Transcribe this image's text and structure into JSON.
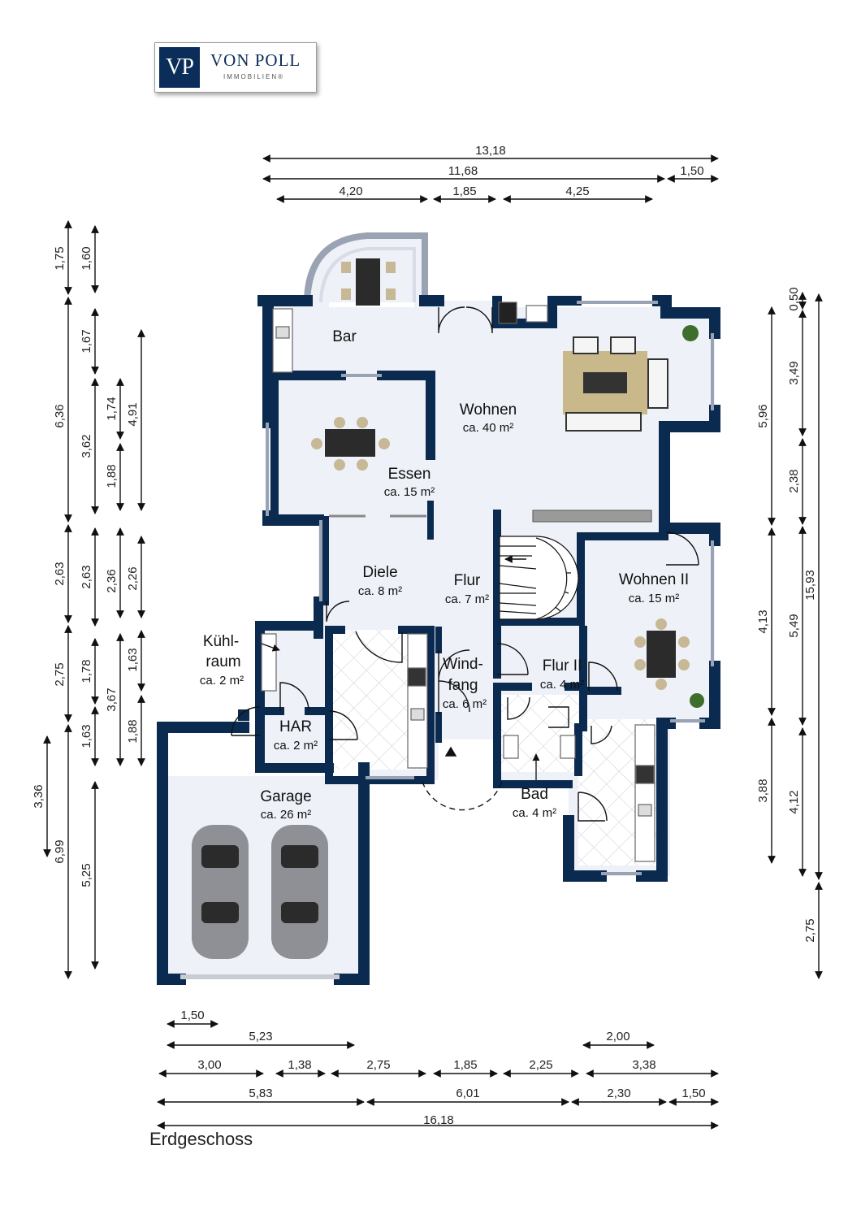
{
  "logo": {
    "monogram": "VP",
    "name": "VON POLL",
    "sub": "IMMOBILIEN®"
  },
  "floor_title": "Erdgeschoss",
  "rooms": {
    "bar": {
      "name": "Bar"
    },
    "wohnen": {
      "name": "Wohnen",
      "area": "ca. 40 m²"
    },
    "essen": {
      "name": "Essen",
      "area": "ca. 15 m²"
    },
    "diele": {
      "name": "Diele",
      "area": "ca. 8 m²"
    },
    "flur": {
      "name": "Flur",
      "area": "ca. 7 m²"
    },
    "wohnen2": {
      "name": "Wohnen II",
      "area": "ca. 15 m²"
    },
    "kuehlraum": {
      "name1": "Kühl-",
      "name2": "raum",
      "area": "ca. 2 m²"
    },
    "windfang": {
      "name1": "Wind-",
      "name2": "fang",
      "area": "ca. 6 m²"
    },
    "flur2": {
      "name": "Flur II",
      "area": "ca. 4 m²"
    },
    "har": {
      "name": "HAR",
      "area": "ca. 2 m²"
    },
    "bad": {
      "name": "Bad",
      "area": "ca. 4 m²"
    },
    "garage": {
      "name": "Garage",
      "area": "ca. 26 m²"
    }
  },
  "dims": {
    "top": [
      "13,18",
      "11,68",
      "1,50",
      "4,20",
      "1,85",
      "4,25"
    ],
    "bottom": [
      "1,50",
      "5,23",
      "2,00",
      "3,00",
      "1,38",
      "2,75",
      "1,85",
      "2,25",
      "3,38",
      "5,83",
      "6,01",
      "2,30",
      "1,50",
      "16,18"
    ],
    "left": [
      "1,75",
      "1,60",
      "1,67",
      "6,36",
      "3,62",
      "1,74",
      "4,91",
      "1,88",
      "2,63",
      "2,63",
      "2,36",
      "2,26",
      "2,75",
      "1,78",
      "1,63",
      "3,67",
      "1,63",
      "1,88",
      "3,36",
      "6,99",
      "5,25"
    ],
    "right": [
      "0,50",
      "3,49",
      "5,96",
      "2,38",
      "15,93",
      "4,13",
      "5,49",
      "3,88",
      "4,12",
      "2,75"
    ]
  },
  "colors": {
    "wall": "#0b2a4f",
    "floor": "#eef1f7",
    "tile": "#ffffff",
    "logo": "#0b2d59"
  }
}
